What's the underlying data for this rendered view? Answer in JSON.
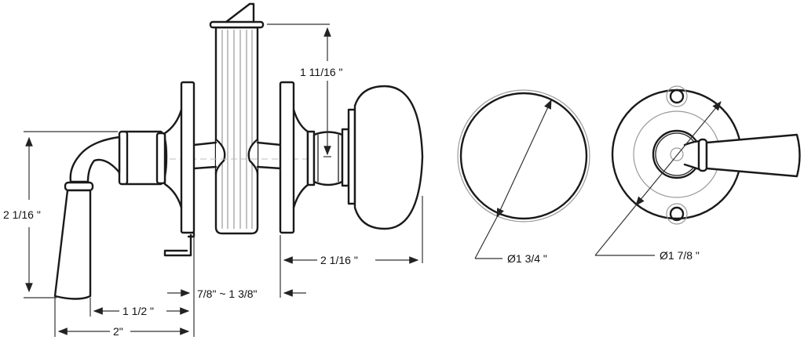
{
  "diagram": {
    "title": "Door lever / knob privacy set dimension drawing",
    "views": [
      "side-section",
      "knob-front",
      "rosette-lever-front"
    ],
    "dimensions": {
      "lever_height": "2  1/16 \"",
      "lever_projection_inner": "1 1/2 \"",
      "lever_projection_total": "2\"",
      "door_thickness": "7/8\" ~ 1 3/8\"",
      "knob_projection": "2  1/16 \"",
      "backset_height": "1 11/16 \"",
      "knob_diameter": "Ø1 3/4 \"",
      "rosette_diameter": "Ø1 7/8 \""
    },
    "colors": {
      "line": "#1a1a1a",
      "dimension": "#333333",
      "hidden": "#9a9a9a",
      "background": "#ffffff"
    }
  }
}
